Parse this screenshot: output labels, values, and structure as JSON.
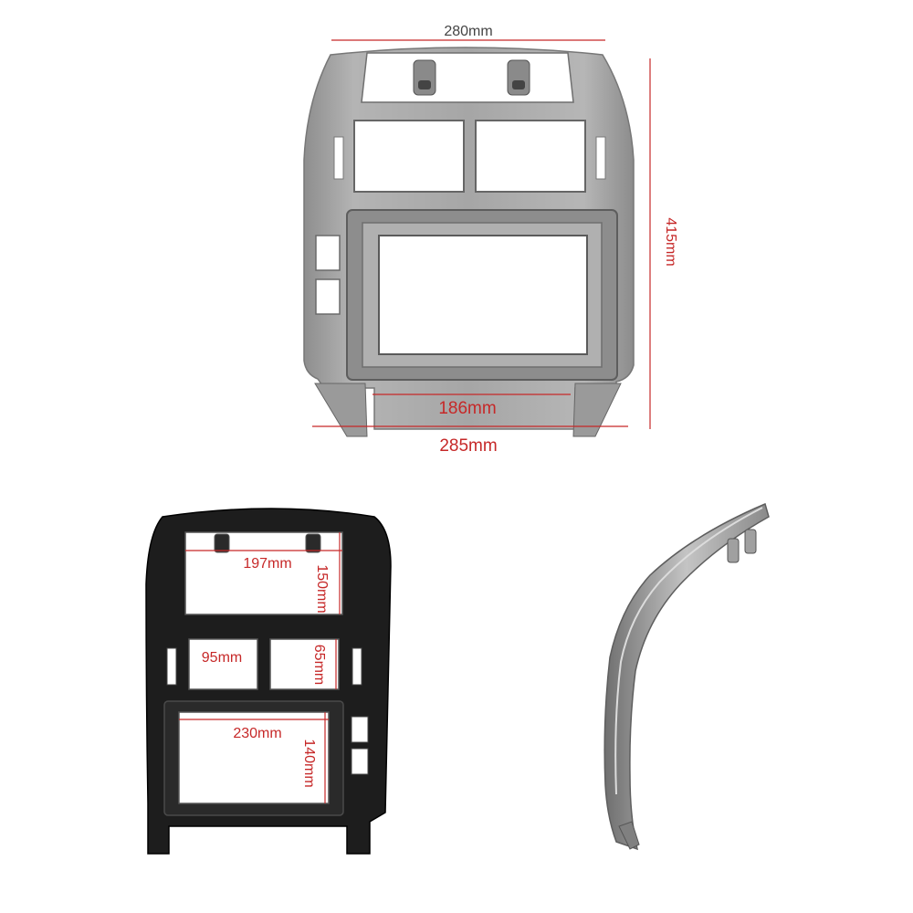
{
  "dimensions": {
    "top_width": "280mm",
    "height": "415mm",
    "inner_width": "186mm",
    "bottom_width": "285mm",
    "back_opening_width": "197mm",
    "back_opening_height": "150mm",
    "vent_width": "95mm",
    "vent_height": "65mm",
    "screen_width": "230mm",
    "screen_height": "140mm"
  },
  "colors": {
    "dimension_line": "#c62828",
    "top_label": "#444444",
    "front_panel": "#a9a9a9",
    "front_panel_dark": "#7e7e7e",
    "back_panel": "#1c1c1c",
    "side_panel": "#9c9c9c"
  }
}
